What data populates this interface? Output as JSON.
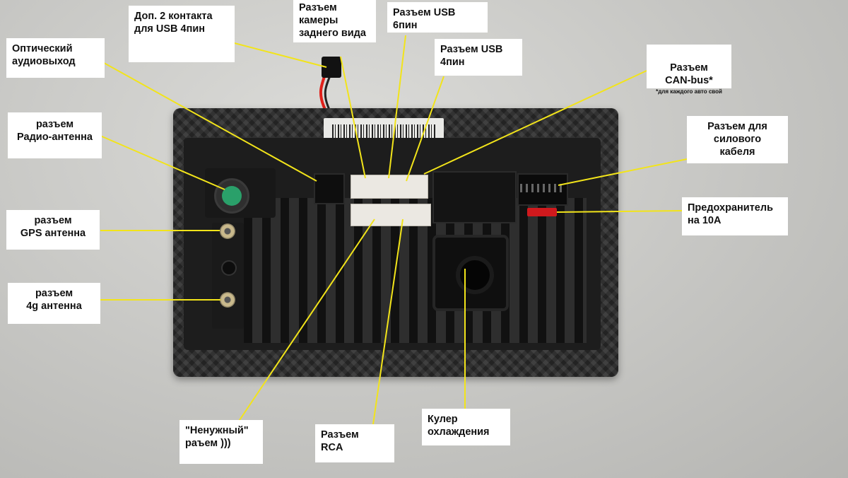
{
  "labels": {
    "usb_extra": "Доп. 2 контакта\nдля USB 4пин",
    "rear_camera": "Разъем\nкамеры\nзаднего вида",
    "usb_6pin": "Разъем USB\n6пин",
    "usb_4pin": "Разъем USB\n4пин",
    "optical": "Оптический\nаудиовыход",
    "can_bus": "Разъем\nCAN-bus*",
    "can_bus_note": "*для каждого авто свой",
    "radio_antenna": "разъем\nРадио-антенна",
    "power_cable": "Разъем для\nсилового\nкабеля",
    "gps_antenna": "разъем\nGPS антенна",
    "fuse": "Предохранитель\nна 10А",
    "lte_antenna": "разъем\n4g антенна",
    "useless": "\"Ненужный\"\nраъем )))",
    "rca": "Разъем\nRCA",
    "cooler": "Кулер\nохлаждения"
  },
  "colors": {
    "leader_line": "#f2e41a",
    "label_bg": "#ffffff",
    "fuse_red": "#d0191d",
    "antenna_green": "#2aa06a",
    "wire_red": "#e0201a"
  }
}
